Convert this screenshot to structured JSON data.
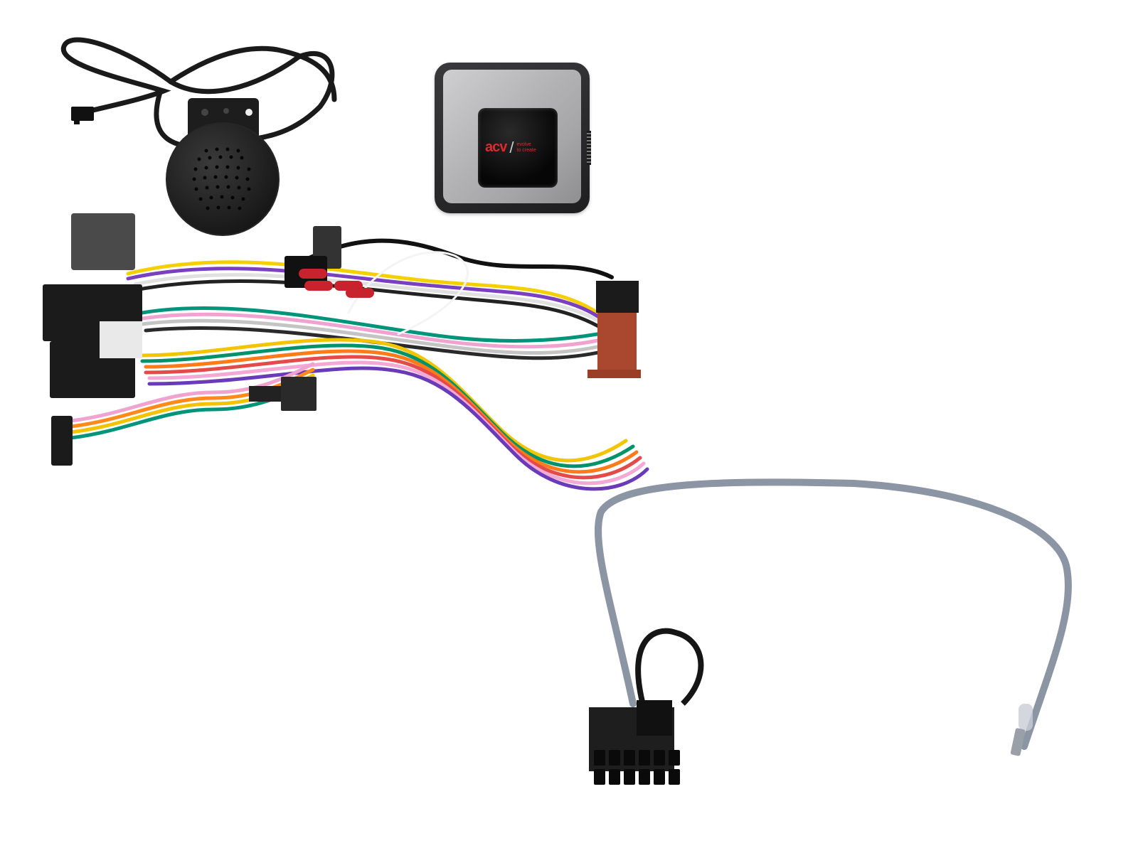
{
  "scene": {
    "description": "Product photo of a car radio steering wheel control adapter kit",
    "background_color": "#ffffff"
  },
  "components": [
    {
      "id": "speaker",
      "label": "Round black speaker with mounting bracket and cable"
    },
    {
      "id": "interface_module",
      "label": "Silver and black interface module with logo"
    },
    {
      "id": "wiring_harness",
      "label": "Multicolor wiring harness with connectors"
    },
    {
      "id": "iso_connector",
      "label": "Brown ISO connector"
    },
    {
      "id": "patch_cable",
      "label": "Grey cable with 12-pin black connector and pin terminal"
    }
  ],
  "module_logo": {
    "brand": "acv",
    "separator": "/",
    "tagline_line1": "evolve",
    "tagline_line2": "to create"
  },
  "colors": {
    "logo_red": "#e0282e",
    "cable_grey": "#8c95a3",
    "iso_brown": "#a9482e"
  }
}
